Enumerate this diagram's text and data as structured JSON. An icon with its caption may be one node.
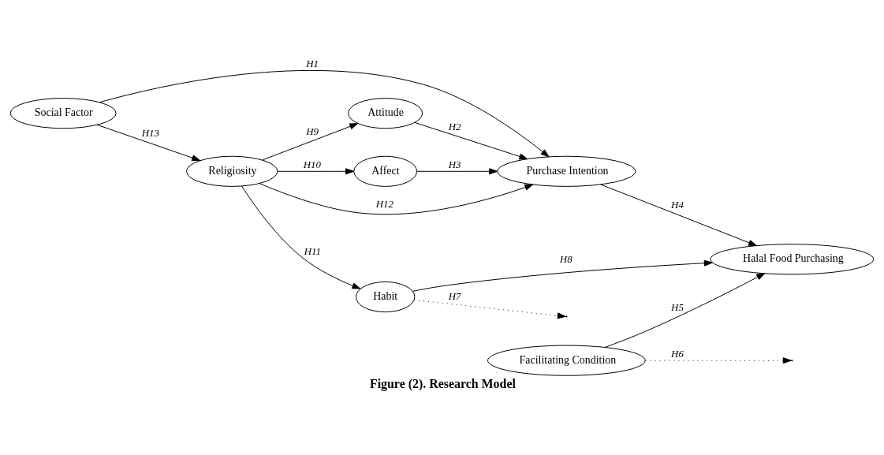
{
  "diagram": {
    "caption": "Figure (2). Research Model",
    "nodes": [
      {
        "text": [
          "Social Factor"
        ]
      },
      {
        "text": [
          "Attitude"
        ]
      },
      {
        "text": [
          "Affect"
        ]
      },
      {
        "text": [
          "Purchase Intention"
        ]
      },
      {
        "text": [
          "Facilitating Condition"
        ]
      },
      {
        "text": [
          "Habit"
        ]
      },
      {
        "text": [
          "Halal Food Purchasing"
        ]
      },
      {
        "text": [
          "Religiosity"
        ]
      }
    ],
    "edges": [
      {
        "from": 0,
        "to": 3,
        "arrow": "to",
        "label": "H1"
      },
      {
        "from": 1,
        "to": 3,
        "arrow": "to",
        "label": "H2"
      },
      {
        "from": 2,
        "to": 3,
        "arrow": "to",
        "label": "H3"
      },
      {
        "from": 3,
        "to": 6,
        "arrow": "to",
        "label": "H4"
      },
      {
        "from": 4,
        "to": 6,
        "arrow": "to",
        "label": "H5"
      },
      {
        "from": 4,
        "to": null,
        "arrow": "to",
        "label": "H6",
        "style": "dashed"
      },
      {
        "from": 5,
        "to": null,
        "arrow": "to",
        "label": "H7",
        "style": "dashed"
      },
      {
        "from": 5,
        "to": 6,
        "arrow": "to",
        "label": "H8"
      },
      {
        "from": 7,
        "to": 1,
        "arrow": "to",
        "label": "H9"
      },
      {
        "from": 7,
        "to": 2,
        "arrow": "to",
        "label": "H10"
      },
      {
        "from": 7,
        "to": 5,
        "arrow": "to",
        "label": "H11"
      },
      {
        "from": 7,
        "to": 3,
        "arrow": "to",
        "label": "H12"
      },
      {
        "from": 0,
        "to": 7,
        "arrow": "to",
        "label": "H13"
      }
    ]
  }
}
